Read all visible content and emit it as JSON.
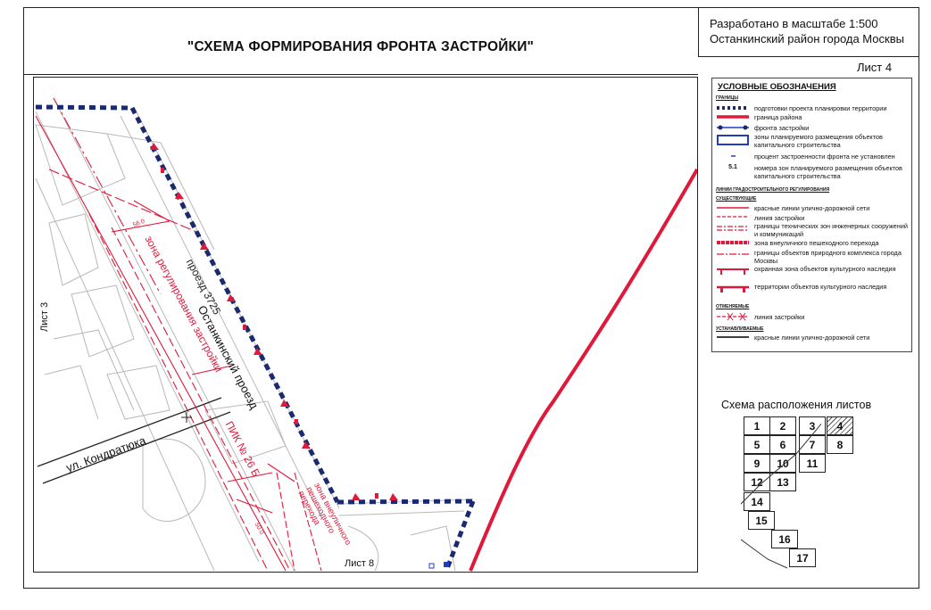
{
  "header": {
    "title": "\"СХЕМА ФОРМИРОВАНИЯ ФРОНТА ЗАСТРОЙКИ\"",
    "stamp_line1": "Разработано в масштабе 1:500",
    "stamp_line2": "Останкинский район города Москвы",
    "sheet": "Лист 4"
  },
  "map": {
    "sheet_left": "Лист 3",
    "sheet_bottom": "Лист 8",
    "street_1": "Останкинский проезд",
    "street_2": "ул. Кондратюка",
    "passage": "проезд 3725",
    "zone_regulation": "зона регулирования застройки",
    "pik": "ПИК № 26 Б",
    "zone_crossing": "зона внеуличного пешеходного перехода",
    "dim_1": "56.0",
    "dim_2": "50.0"
  },
  "legend": {
    "title": "УСЛОВНЫЕ ОБОЗНАЧЕНИЯ",
    "section_borders": "границы",
    "items_borders": [
      {
        "label": "подготовки проекта планировки территории",
        "symbol": "navy-dashed-line-icon"
      },
      {
        "label": "граница района",
        "symbol": "red-thick-line-icon"
      },
      {
        "label": "фронта застройки",
        "symbol": "blue-dotted-front-icon"
      },
      {
        "label": "зоны планируемого размещения объектов капитального строительства",
        "symbol": "blue-rectangle-icon"
      },
      {
        "label": "процент застроенности фронта не установлен",
        "symbol": "short-dash-icon"
      },
      {
        "label": "номера зон планируемого размещения объектов капитального строительства",
        "symbol": "zone-number-icon",
        "code": "5.1"
      }
    ],
    "section_lines": "линии градостроительного регулирования",
    "section_existing": "существующие",
    "items_existing": [
      {
        "label": "красные линии улично-дорожной сети",
        "symbol": "red-line-icon"
      },
      {
        "label": "линия застройки",
        "symbol": "red-dashed-line-icon"
      },
      {
        "label": "границы технических зон инженерных сооружений и коммуникаций",
        "symbol": "red-tech-zone-icon"
      },
      {
        "label": "зона внеуличного пешеходного перехода",
        "symbol": "red-crossing-zone-icon"
      },
      {
        "label": "границы объектов природного комплекса города Москвы",
        "symbol": "red-nature-icon"
      },
      {
        "label": "охранная зона объектов культурного наследия",
        "symbol": "red-heritage-zone-icon"
      },
      {
        "label": "территории объектов культурного наследия",
        "symbol": "red-heritage-icon"
      }
    ],
    "section_cancelled": "отменяемые",
    "items_cancelled": [
      {
        "label": "линия застройки",
        "symbol": "red-crossed-line-icon"
      }
    ],
    "section_established": "устанавливаемые",
    "items_established": [
      {
        "label": "красные линии улично-дорожной сети",
        "symbol": "black-line-icon"
      }
    ]
  },
  "sheet_scheme": {
    "title": "Схема расположения листов",
    "sheets": [
      "1",
      "2",
      "3",
      "4",
      "5",
      "6",
      "7",
      "8",
      "9",
      "10",
      "11",
      "12",
      "13",
      "14",
      "15",
      "16",
      "17"
    ],
    "current": "4"
  },
  "colors": {
    "red": "#e0193a",
    "navy": "#1a2a6e",
    "blue": "#1f3fbf"
  }
}
